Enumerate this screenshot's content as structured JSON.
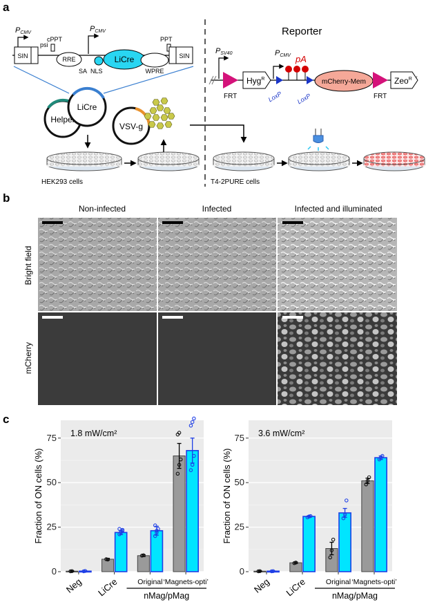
{
  "panels": {
    "a": {
      "label": "a",
      "vector": {
        "promoter1": "P",
        "promoter1_sub": "CMV",
        "promoter2": "P",
        "promoter2_sub": "CMV",
        "elements": [
          "SIN",
          "psi",
          "cPPT",
          "RRE",
          "SA",
          "NLS",
          "LiCre",
          "WPRE",
          "PPT",
          "SIN"
        ]
      },
      "plasmids": [
        "Helper",
        "LiCre",
        "VSV-g"
      ],
      "cells_left": "HEK293 cells",
      "reporter": {
        "title": "Reporter",
        "promoter1": "P",
        "promoter1_sub": "SV40",
        "promoter2": "P",
        "promoter2_sub": "CMV",
        "hyg": "Hyg",
        "hyg_sup": "R",
        "pa": "pA",
        "mcherry": "mCherry-Mem",
        "zeo": "Zeo",
        "zeo_sup": "R",
        "frt_left": "FRT",
        "frt_right": "FRT",
        "loxp_left": "LoxP",
        "loxp_right": "LoxP"
      },
      "cells_right": "T4-2PURE cells"
    },
    "b": {
      "label": "b",
      "columns": [
        "Non-infected",
        "Infected",
        "Infected and illuminated"
      ],
      "rows": [
        "Bright field",
        "mCherry"
      ]
    },
    "c": {
      "label": "c"
    }
  },
  "colors": {
    "licre": "#29d6f2",
    "frt": "#d4127a",
    "loxp": "#1a35c8",
    "pa": "#d40000",
    "mcherry_fill": "#f5a898",
    "plasmid_helper": "#1f8a7a",
    "plasmid_licre": "#3a7fd0",
    "plasmid_vsvg": "#e8912c",
    "virus": "#c9c94a",
    "bar_gray": "#9a9a9a",
    "bar_cyan": "#00e5ff",
    "bar_cyan_edge": "#1f3fe6"
  },
  "chart_data": [
    {
      "type": "bar",
      "annotation": "1.8 mW/cm²",
      "categories": [
        "Neg",
        "LiCre",
        "Original",
        "‘Magnets-opti’"
      ],
      "group_label": "nMag/pMag",
      "ylabel": "Fraction of ON cells (%)",
      "ylim": [
        0,
        85
      ],
      "yticks": [
        0,
        25,
        50,
        75
      ],
      "series": [
        {
          "values": [
            0.3,
            7,
            9,
            65
          ],
          "errors": [
            0.2,
            0.5,
            0.5,
            7
          ]
        },
        {
          "values": [
            0.3,
            22,
            23,
            68
          ],
          "errors": [
            0.2,
            1.2,
            2.5,
            7
          ]
        }
      ],
      "points": [
        [
          [
            0.2,
            0.3
          ],
          [
            0.2,
            0.4
          ]
        ],
        [
          [
            7,
            6.8
          ],
          [
            21,
            22,
            23,
            24,
            22.5,
            23.5
          ]
        ],
        [
          [
            9,
            9.2
          ],
          [
            20,
            22,
            24,
            26,
            23
          ]
        ],
        [
          [
            55,
            60,
            63,
            77,
            78
          ],
          [
            57,
            60,
            65,
            82,
            84,
            86
          ]
        ]
      ]
    },
    {
      "type": "bar",
      "annotation": "3.6 mW/cm²",
      "categories": [
        "Neg",
        "LiCre",
        "Original",
        "‘Magnets-opti’"
      ],
      "group_label": "nMag/pMag",
      "ylabel": "Fraction of ON cells (%)",
      "ylim": [
        0,
        85
      ],
      "yticks": [
        0,
        25,
        50,
        75
      ],
      "series": [
        {
          "values": [
            0.3,
            5,
            13,
            51
          ],
          "errors": [
            0.2,
            0.4,
            3.5,
            1.5
          ]
        },
        {
          "values": [
            0.3,
            31,
            33,
            64
          ],
          "errors": [
            0.2,
            0.4,
            2.5,
            1
          ]
        }
      ],
      "points": [
        [
          [
            0.2,
            0.3
          ],
          [
            0.2,
            0.3
          ]
        ],
        [
          [
            4.8,
            5.1
          ],
          [
            30.5,
            31,
            31.2
          ]
        ],
        [
          [
            8,
            12,
            18
          ],
          [
            30,
            32,
            40
          ]
        ],
        [
          [
            49,
            51,
            53
          ],
          [
            63,
            64,
            65
          ]
        ]
      ]
    }
  ]
}
